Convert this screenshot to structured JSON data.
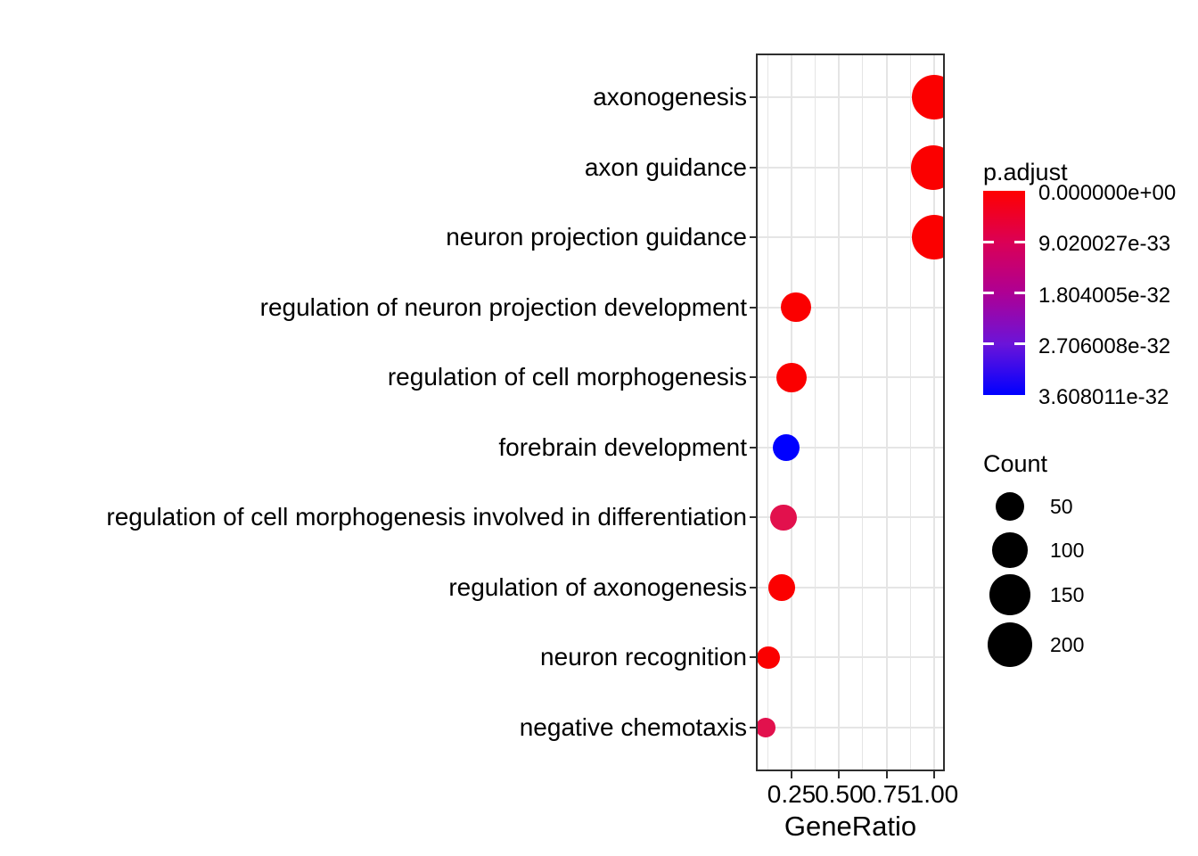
{
  "figure": {
    "background": "#FFFFFF",
    "panel_border_color": "#2E2E2E",
    "grid_color": "#E5E5E5",
    "text_color": "#000000"
  },
  "chart_data": {
    "type": "scatter",
    "subtype": "enrichment-dotplot",
    "title": "",
    "xlabel": "GeneRatio",
    "ylabel": "",
    "x_axis": {
      "tick_values": [
        0.25,
        0.5,
        0.75,
        1.0
      ],
      "tick_labels": [
        "0.25",
        "0.50",
        "0.75",
        "1.00"
      ],
      "minor_tick_values": [
        0.125,
        0.375,
        0.625,
        0.875
      ],
      "range": [
        0.072,
        1.047
      ]
    },
    "categories": [
      "axonogenesis",
      "axon guidance",
      "neuron projection guidance",
      "regulation of neuron projection development",
      "regulation of cell morphogenesis",
      "forebrain development",
      "regulation of cell morphogenesis involved in differentiation",
      "regulation of axonogenesis",
      "neuron recognition",
      "negative chemotaxis"
    ],
    "points": [
      {
        "term": "axonogenesis",
        "gene_ratio": 1.0,
        "count": 200,
        "p_adjust": 0,
        "color": "#FB0000"
      },
      {
        "term": "axon guidance",
        "gene_ratio": 0.995,
        "count": 200,
        "p_adjust": 0,
        "color": "#FB0000"
      },
      {
        "term": "neuron projection guidance",
        "gene_ratio": 1.0,
        "count": 200,
        "p_adjust": 0,
        "color": "#FB0000"
      },
      {
        "term": "regulation of neuron projection development",
        "gene_ratio": 0.273,
        "count": 57,
        "p_adjust": 0,
        "color": "#FB0000"
      },
      {
        "term": "regulation of cell morphogenesis",
        "gene_ratio": 0.25,
        "count": 57,
        "p_adjust": 0,
        "color": "#FB0000"
      },
      {
        "term": "forebrain development",
        "gene_ratio": 0.222,
        "count": 42,
        "p_adjust": 3.608011e-32,
        "color": "#0000FF"
      },
      {
        "term": "regulation of cell morphogenesis involved in differentiation",
        "gene_ratio": 0.208,
        "count": 37,
        "p_adjust": 4.5e-33,
        "color": "#E2114D"
      },
      {
        "term": "regulation of axonogenesis",
        "gene_ratio": 0.198,
        "count": 37,
        "p_adjust": 0,
        "color": "#FB0000"
      },
      {
        "term": "neuron recognition",
        "gene_ratio": 0.128,
        "count": 19,
        "p_adjust": 0,
        "color": "#FB0000"
      },
      {
        "term": "negative chemotaxis",
        "gene_ratio": 0.114,
        "count": 9,
        "p_adjust": 4.5e-33,
        "color": "#E2114D"
      }
    ],
    "legend_padjust": {
      "title": "p.adjust",
      "tick_labels": [
        "0.000000e+00",
        "9.020027e-33",
        "1.804005e-32",
        "2.706008e-32",
        "3.608011e-32"
      ],
      "gradient_stops": [
        {
          "pos": 0.0,
          "color": "#FF0000"
        },
        {
          "pos": 0.25,
          "color": "#DB0055"
        },
        {
          "pos": 0.5,
          "color": "#AE0094"
        },
        {
          "pos": 0.75,
          "color": "#6B14D9"
        },
        {
          "pos": 1.0,
          "color": "#0000FF"
        }
      ]
    },
    "legend_count": {
      "title": "Count",
      "items": [
        {
          "label": "50",
          "count": 50
        },
        {
          "label": "100",
          "count": 100
        },
        {
          "label": "150",
          "count": 150
        },
        {
          "label": "200",
          "count": 200
        }
      ],
      "circle_color": "#000000"
    },
    "layout_hints": {
      "grid": true,
      "legend_position": "right",
      "x_tick_labels_overlap": true
    }
  }
}
